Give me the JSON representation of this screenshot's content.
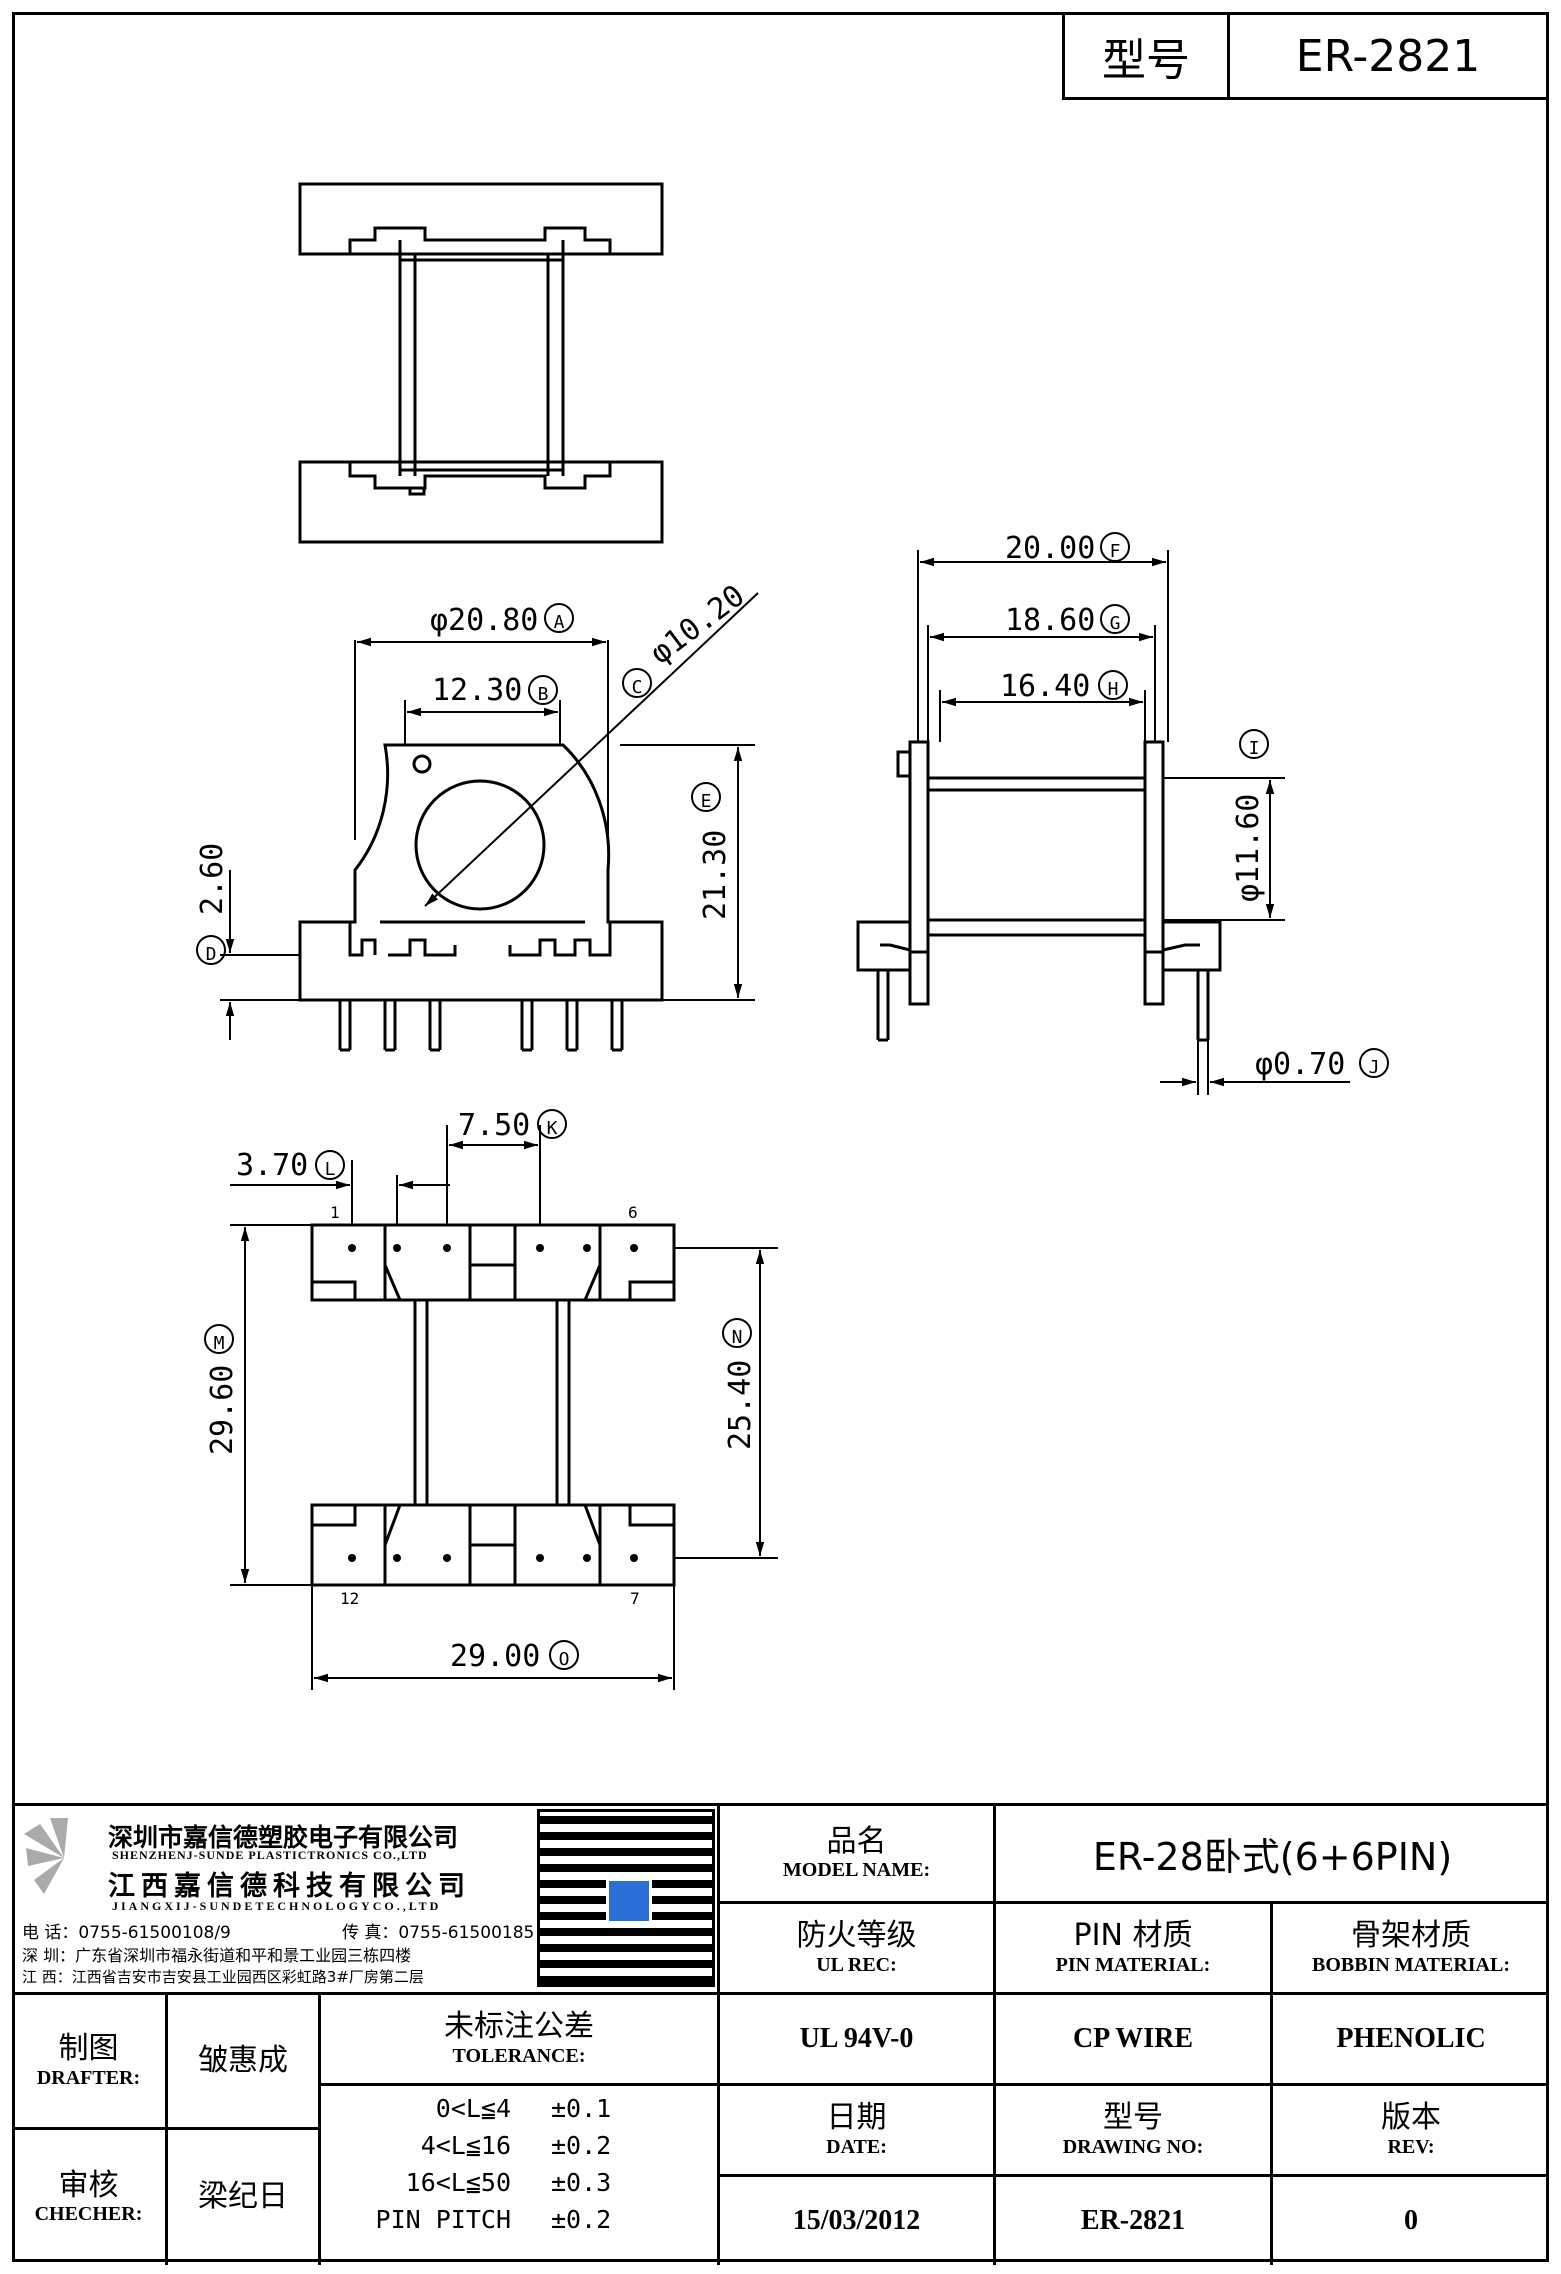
{
  "header": {
    "label": "型号",
    "value": "ER-2821"
  },
  "dims": {
    "A": {
      "value": "φ20.80",
      "letter": "A"
    },
    "B": {
      "value": "12.30",
      "letter": "B"
    },
    "C": {
      "value": "φ10.20",
      "letter": "C"
    },
    "D": {
      "value": "2.60",
      "letter": "D"
    },
    "E": {
      "value": "21.30",
      "letter": "E"
    },
    "F": {
      "value": "20.00",
      "letter": "F"
    },
    "G": {
      "value": "18.60",
      "letter": "G"
    },
    "H": {
      "value": "16.40",
      "letter": "H"
    },
    "I": {
      "value": "φ11.60",
      "letter": "I"
    },
    "J": {
      "value": "φ0.70",
      "letter": "J"
    },
    "K": {
      "value": "7.50",
      "letter": "K"
    },
    "L": {
      "value": "3.70",
      "letter": "L"
    },
    "M": {
      "value": "29.60",
      "letter": "M"
    },
    "N": {
      "value": "25.40",
      "letter": "N"
    },
    "O": {
      "value": "29.00",
      "letter": "O"
    }
  },
  "pins": {
    "p1": "1",
    "p6": "6",
    "p12": "12",
    "p7": "7"
  },
  "company": {
    "name_cn_1": "深圳市嘉信德塑胶电子有限公司",
    "name_en_1": "SHENZHENJ-SUNDE PLASTICTRONICS CO.,LTD",
    "name_cn_2": "江西嘉信德科技有限公司",
    "name_en_2": "JIANGXIJ-SUNDETECHNOLOGYCO.,LTD",
    "phone": "电 话：0755-61500108/9",
    "fax": "传 真：0755-61500185",
    "addr_sz": "深 圳：广东省深圳市福永街道和平和景工业园三栋四楼",
    "addr_jx": "江 西：江西省吉安市吉安县工业园西区彩虹路3#厂房第二层"
  },
  "title_block": {
    "model_name_cn": "品名",
    "model_name_en": "MODEL NAME:",
    "model_name_val": "ER-28卧式(6+6PIN)",
    "ul_cn": "防火等级",
    "ul_en": "UL REC:",
    "ul_val": "UL 94V-0",
    "pin_cn": "PIN 材质",
    "pin_en": "PIN MATERIAL:",
    "pin_val": "CP WIRE",
    "bobbin_cn": "骨架材质",
    "bobbin_en": "BOBBIN MATERIAL:",
    "bobbin_val": "PHENOLIC",
    "date_cn": "日期",
    "date_en": "DATE:",
    "date_val": "15/03/2012",
    "drawing_cn": "型号",
    "drawing_en": "DRAWING NO:",
    "drawing_val": "ER-2821",
    "rev_cn": "版本",
    "rev_en": "REV:",
    "rev_val": "0",
    "drafter_cn": "制图",
    "drafter_en": "DRAFTER:",
    "drafter_val": "皱惠成",
    "checker_cn": "审核",
    "checker_en": "CHECHER:",
    "checker_val": "梁纪日",
    "tol_cn": "未标注公差",
    "tol_en": "TOLERANCE:",
    "tolerances": [
      {
        "range": "0<L≦4",
        "val": "±0.1"
      },
      {
        "range": "4<L≦16",
        "val": "±0.2"
      },
      {
        "range": "16<L≦50",
        "val": "±0.3"
      },
      {
        "range": "PIN PITCH",
        "val": "±0.2"
      }
    ]
  }
}
